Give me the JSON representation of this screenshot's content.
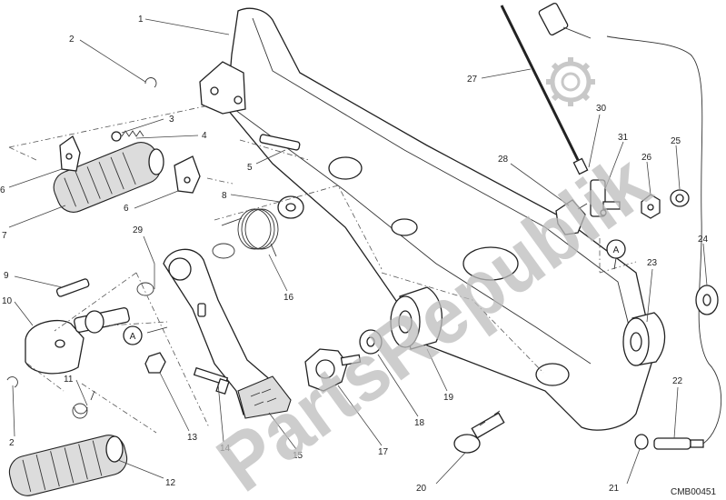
{
  "diagram": {
    "code": "CMB00451",
    "watermark_text": "PartsRepublik",
    "callouts": [
      "1",
      "2",
      "3",
      "4",
      "5",
      "6",
      "7",
      "8",
      "9",
      "10",
      "11",
      "12",
      "13",
      "14",
      "15",
      "16",
      "17",
      "18",
      "19",
      "20",
      "21",
      "22",
      "23",
      "24",
      "25",
      "26",
      "27",
      "28",
      "29",
      "30",
      "31",
      "2",
      "6",
      "A",
      "A"
    ],
    "colors": {
      "ink": "#222222",
      "watermark": "#bdbdbd",
      "background": "#ffffff"
    },
    "icons": [
      "gear-watermark-icon"
    ]
  }
}
